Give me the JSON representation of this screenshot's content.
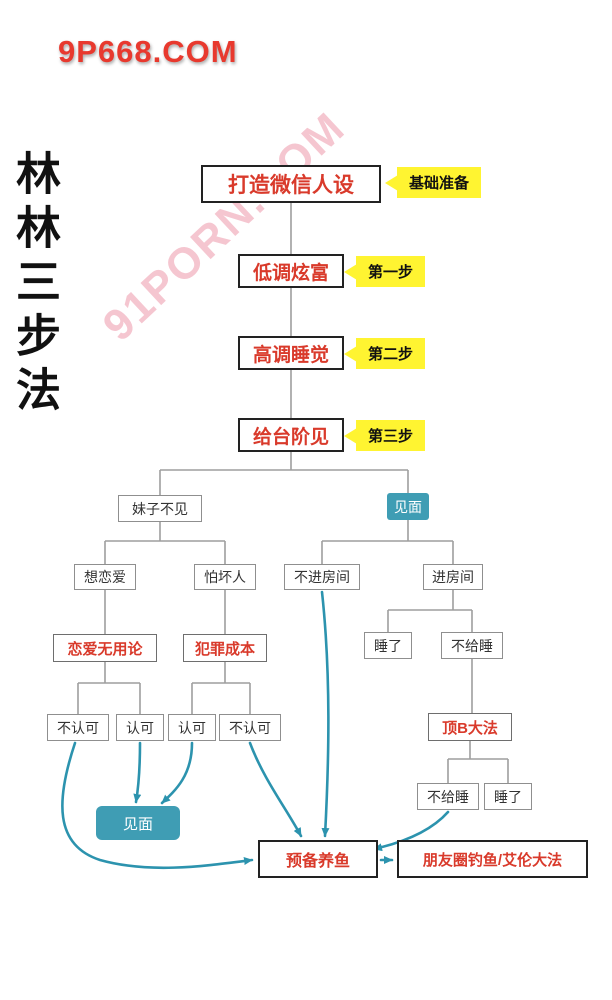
{
  "watermarks": {
    "top": "9P668.COM",
    "diagonal": "91PORN.COM"
  },
  "side_title": "林林三步法",
  "colors": {
    "red": "#d93a2b",
    "teal": "#3f9db4",
    "yellow": "#fff431",
    "line_gray": "#9e9e9e",
    "arrow_teal": "#2c93ae"
  },
  "steps": [
    {
      "label": "打造微信人设",
      "tag": "基础准备"
    },
    {
      "label": "低调炫富",
      "tag": "第一步"
    },
    {
      "label": "高调睡觉",
      "tag": "第二步"
    },
    {
      "label": "给台阶见",
      "tag": "第三步"
    }
  ],
  "nodes": {
    "girl_refuses": "妹子不见",
    "meet_top": "见面",
    "wants_love": "想恋爱",
    "fears_bad_people": "怕坏人",
    "love_useless_theory": "恋爱无用论",
    "crime_cost": "犯罪成本",
    "disagree_1": "不认可",
    "agree_1": "认可",
    "agree_2": "认可",
    "disagree_2": "不认可",
    "no_enter_room": "不进房间",
    "enter_room": "进房间",
    "slept_1": "睡了",
    "no_sleep_1": "不给睡",
    "ding_b_method": "顶B大法",
    "no_sleep_2": "不给睡",
    "slept_2": "睡了",
    "meet_bottom": "见面",
    "prepare_fish": "预备养鱼",
    "moments_fishing": "朋友圈钓鱼/艾伦大法"
  }
}
